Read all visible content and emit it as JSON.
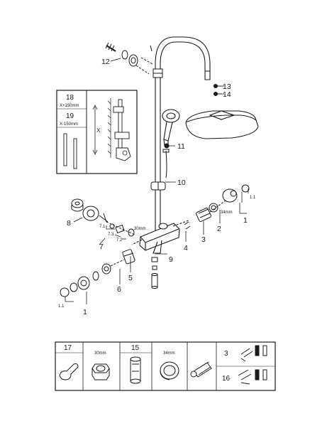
{
  "callouts": {
    "c12": "12",
    "c13": "13",
    "c14": "14",
    "c11": "11",
    "c10": "10",
    "c8": "8",
    "c7_1": "7.1",
    "c7_3": "7.3",
    "c7_2": "7.2",
    "c7": "7",
    "c5": "5",
    "c6": "6",
    "c9": "9",
    "c4": "4",
    "c3": "3",
    "c2": "2",
    "c1_right": "1",
    "c1_1_right": "1.1",
    "c34mm": "34mm",
    "c1_1_left": "1.1",
    "c1_left": "1",
    "c30mm": "30mm"
  },
  "inset": {
    "n18": "18",
    "label18": "X+150mm",
    "n19": "19",
    "label19": "X-150mm",
    "xdim": "X"
  },
  "tools_panel": {
    "n17": "17",
    "label30": "30mm",
    "n15": "15",
    "label34": "34mm",
    "n3": "3",
    "n16": "16"
  }
}
